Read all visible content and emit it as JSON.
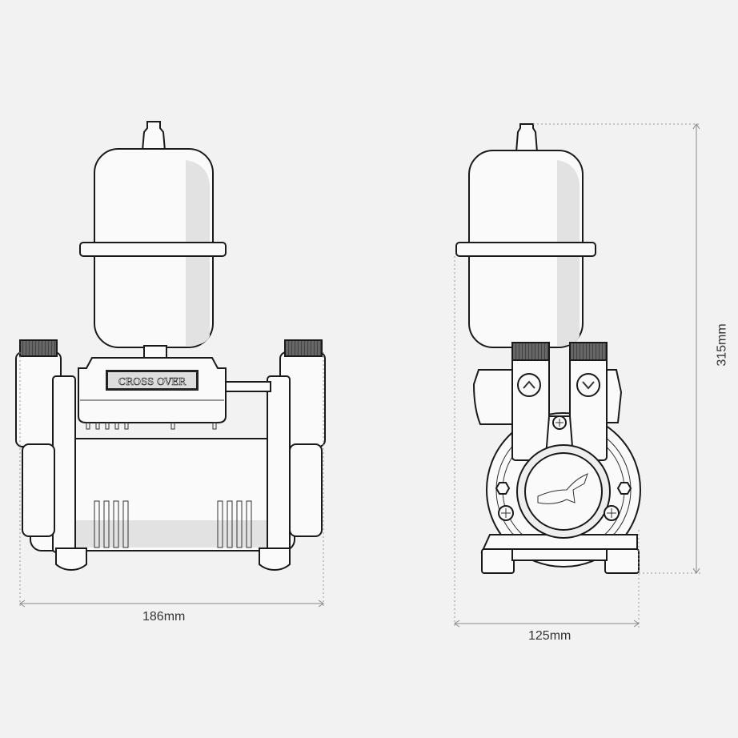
{
  "dimensions": {
    "width_side": "186mm",
    "width_front": "125mm",
    "height": "315mm"
  },
  "logo": {
    "text": "CROSS OVER"
  },
  "colors": {
    "background": "#f2f2f2",
    "line": "#1a1a1a"
  }
}
